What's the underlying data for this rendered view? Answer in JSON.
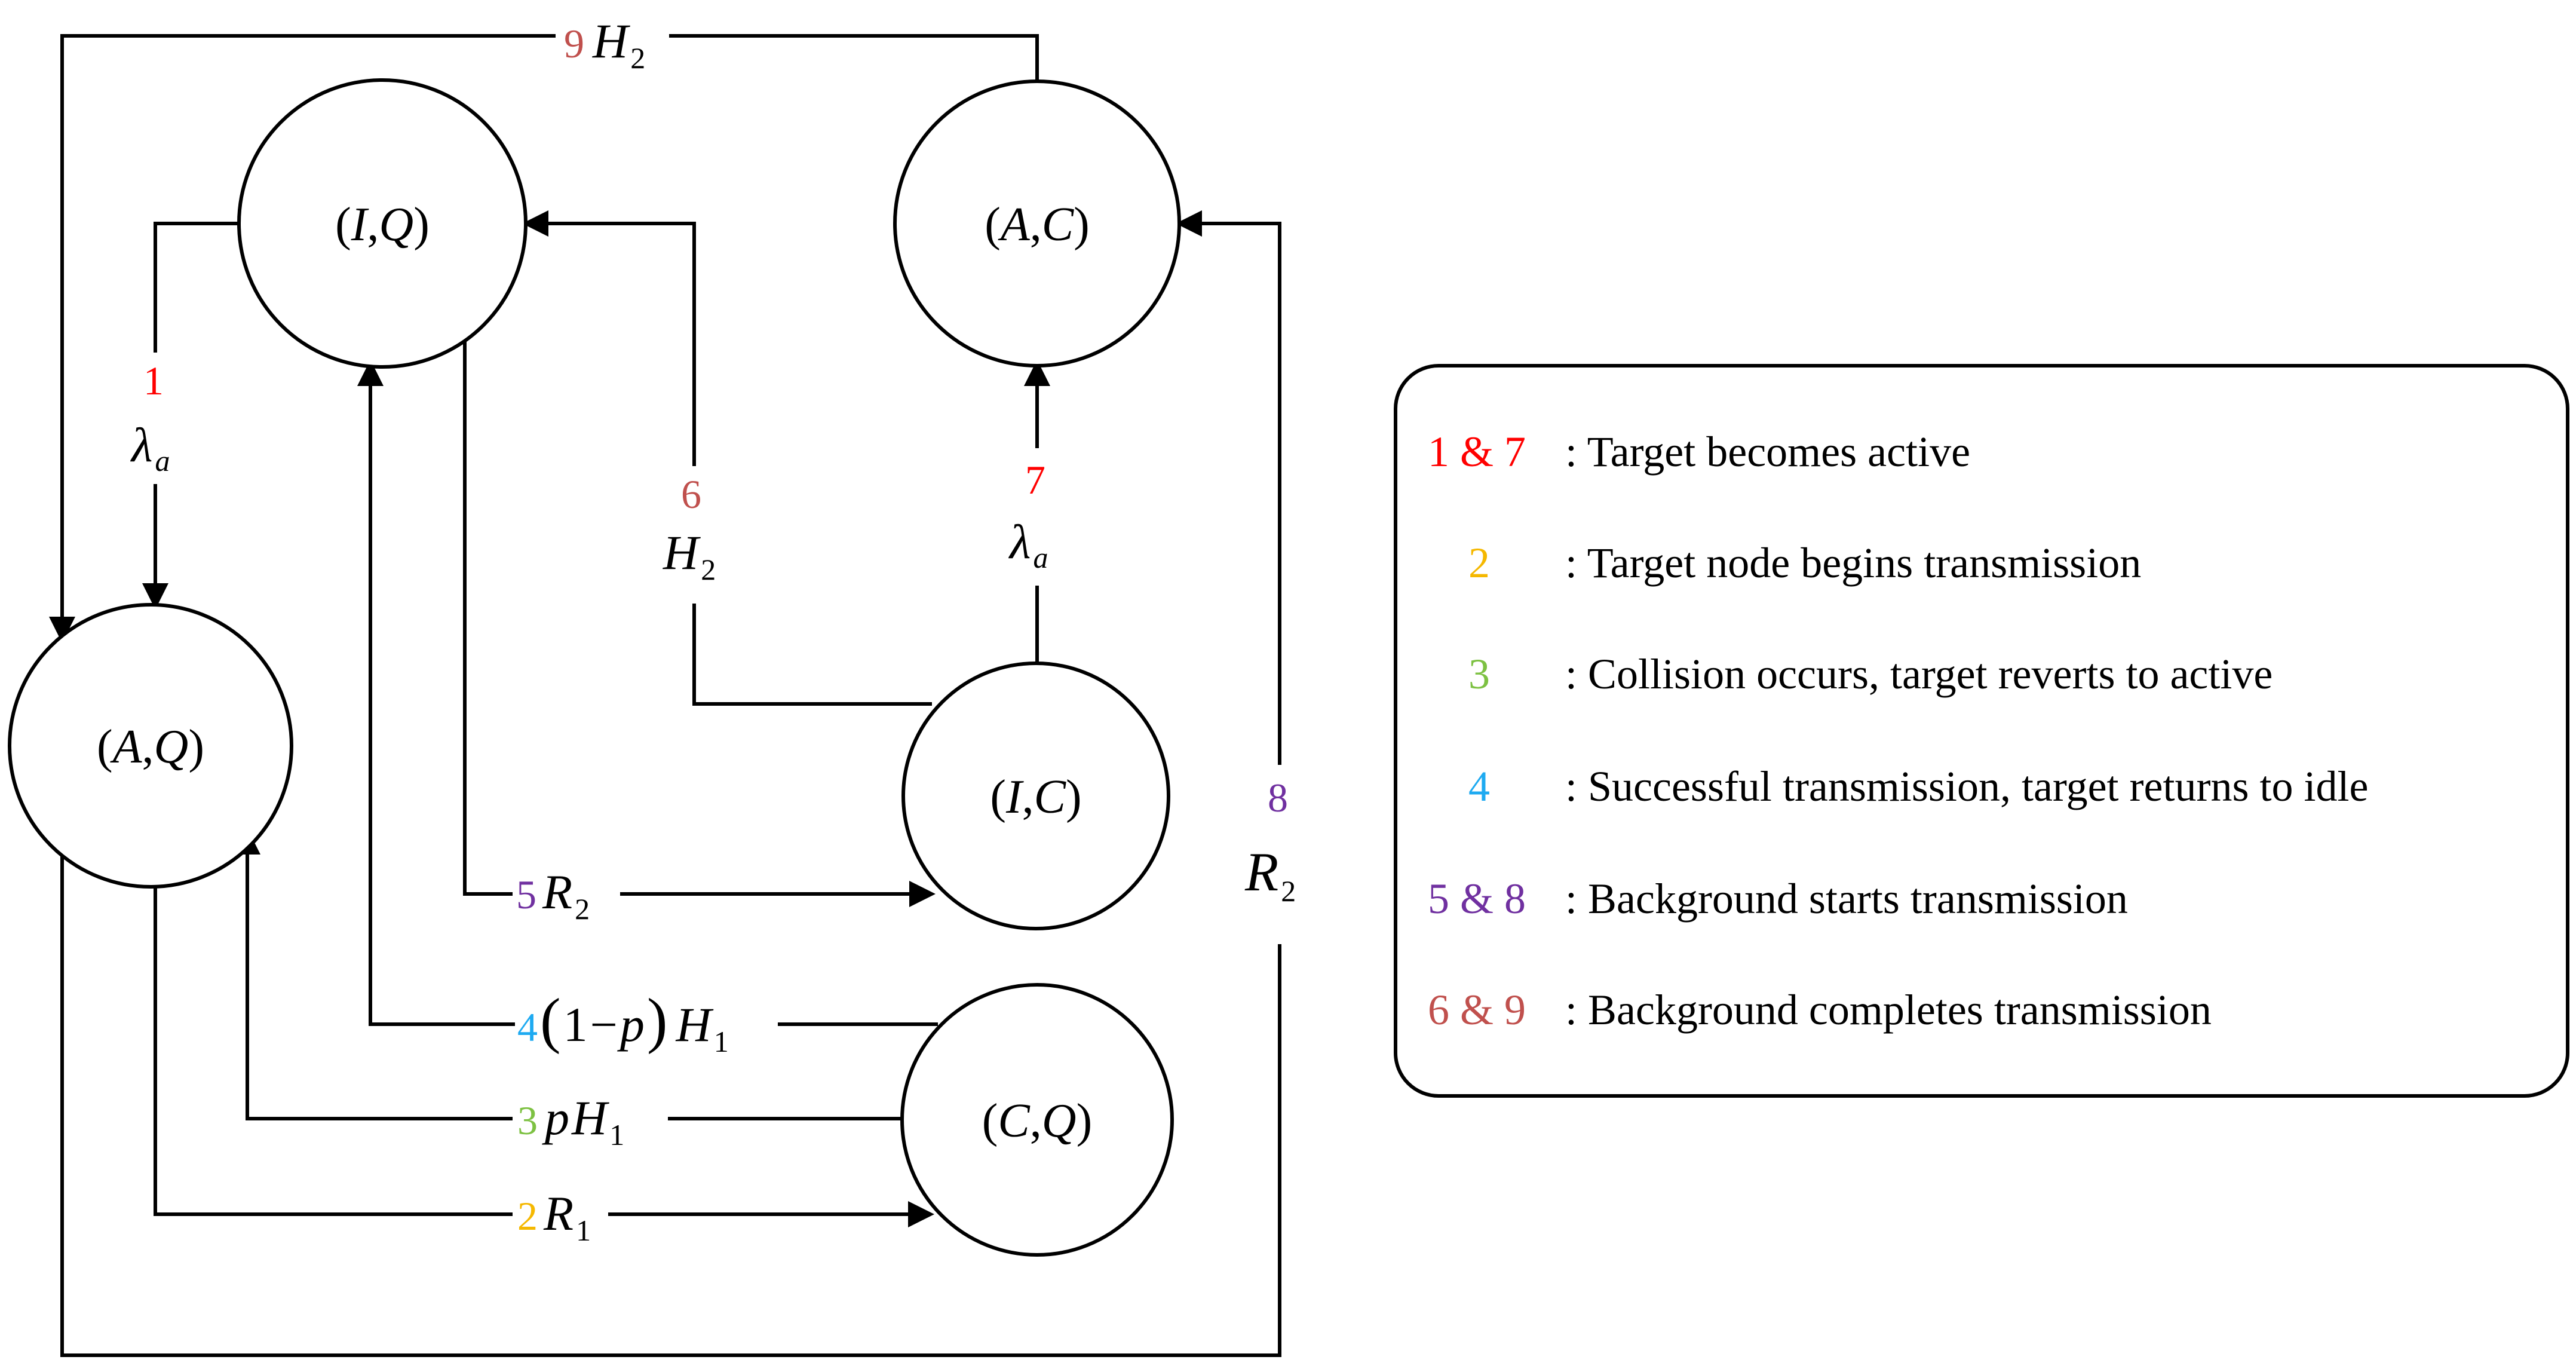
{
  "colors": {
    "line": "#000000",
    "tag_red": "#ff0000",
    "tag_yellow": "#f5b800",
    "tag_green": "#7dc142",
    "tag_blue": "#1eaaf1",
    "tag_purple": "#7030a0",
    "tag_brown": "#c0504d"
  },
  "nodes": {
    "iq": {
      "open": "(",
      "first": "I",
      "comma": ",",
      "second": "Q",
      "close": ")"
    },
    "ac": {
      "open": "(",
      "first": "A",
      "comma": ",",
      "second": "C",
      "close": ")"
    },
    "aq": {
      "open": "(",
      "first": "A",
      "comma": ",",
      "second": "Q",
      "close": ")"
    },
    "ic": {
      "open": "(",
      "first": "I",
      "comma": ",",
      "second": "C",
      "close": ")"
    },
    "cq": {
      "open": "(",
      "first": "C",
      "comma": ",",
      "second": "Q",
      "close": ")"
    }
  },
  "edges": {
    "e1": {
      "num": "1",
      "sym": "λ",
      "sub": "a"
    },
    "e2": {
      "num": "2",
      "sym": "R",
      "sub": "1"
    },
    "e3": {
      "num": "3",
      "pre": "p",
      "sym": "H",
      "sub": "1"
    },
    "e4": {
      "num": "4",
      "open": "(",
      "one": "1",
      "minus": "−",
      "p": "p",
      "close": ")",
      "sym": "H",
      "sub": "1"
    },
    "e5": {
      "num": "5",
      "sym": "R",
      "sub": "2"
    },
    "e6": {
      "num": "6",
      "sym": "H",
      "sub": "2"
    },
    "e7": {
      "num": "7",
      "sym": "λ",
      "sub": "a"
    },
    "e8": {
      "num": "8",
      "sym": "R",
      "sub": "2"
    },
    "e9": {
      "num": "9",
      "sym": "H",
      "sub": "2"
    }
  },
  "legend": {
    "rows": [
      {
        "tag_a": "1",
        "amp": "&",
        "tag_b": "7",
        "text": ": Target becomes active"
      },
      {
        "tag_a": "2",
        "text": ": Target node begins transmission"
      },
      {
        "tag_a": "3",
        "text": ": Collision occurs, target reverts to active"
      },
      {
        "tag_a": "4",
        "text": ": Successful transmission, target returns to idle"
      },
      {
        "tag_a": "5",
        "amp": "&",
        "tag_b": "8",
        "text": ": Background starts transmission"
      },
      {
        "tag_a": "6",
        "amp": "&",
        "tag_b": "9",
        "text": ": Background completes transmission"
      }
    ]
  }
}
